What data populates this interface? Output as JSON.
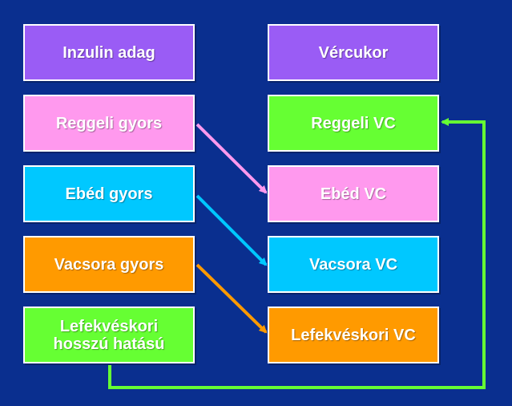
{
  "insulin_column": {
    "header": {
      "label": "Inzulin adag",
      "color": "#9a5cf5"
    },
    "items": [
      {
        "label": "Reggeli gyors",
        "color": "#ff99ee"
      },
      {
        "label": "Ebéd gyors",
        "color": "#00c8ff"
      },
      {
        "label": "Vacsora gyors",
        "color": "#ff9a00"
      },
      {
        "label": "Lefekvéskori\nhosszú hatású",
        "color": "#66ff33"
      }
    ]
  },
  "glucose_column": {
    "header": {
      "label": "Vércukor",
      "color": "#9a5cf5"
    },
    "items": [
      {
        "label": "Reggeli VC",
        "color": "#66ff33"
      },
      {
        "label": "Ebéd VC",
        "color": "#ff99ee"
      },
      {
        "label": "Vacsora VC",
        "color": "#00c8ff"
      },
      {
        "label": "Lefekvéskori VC",
        "color": "#ff9a00"
      }
    ]
  },
  "connectors": [
    {
      "from": "Reggeli gyors",
      "to": "Ebéd VC",
      "color": "#ff99ee"
    },
    {
      "from": "Ebéd gyors",
      "to": "Vacsora VC",
      "color": "#00c8ff"
    },
    {
      "from": "Vacsora gyors",
      "to": "Lefekvéskori VC",
      "color": "#ff9a00"
    },
    {
      "from": "Lefekvéskori hosszú hatású",
      "to": "Reggeli VC",
      "color": "#66ff33"
    }
  ]
}
